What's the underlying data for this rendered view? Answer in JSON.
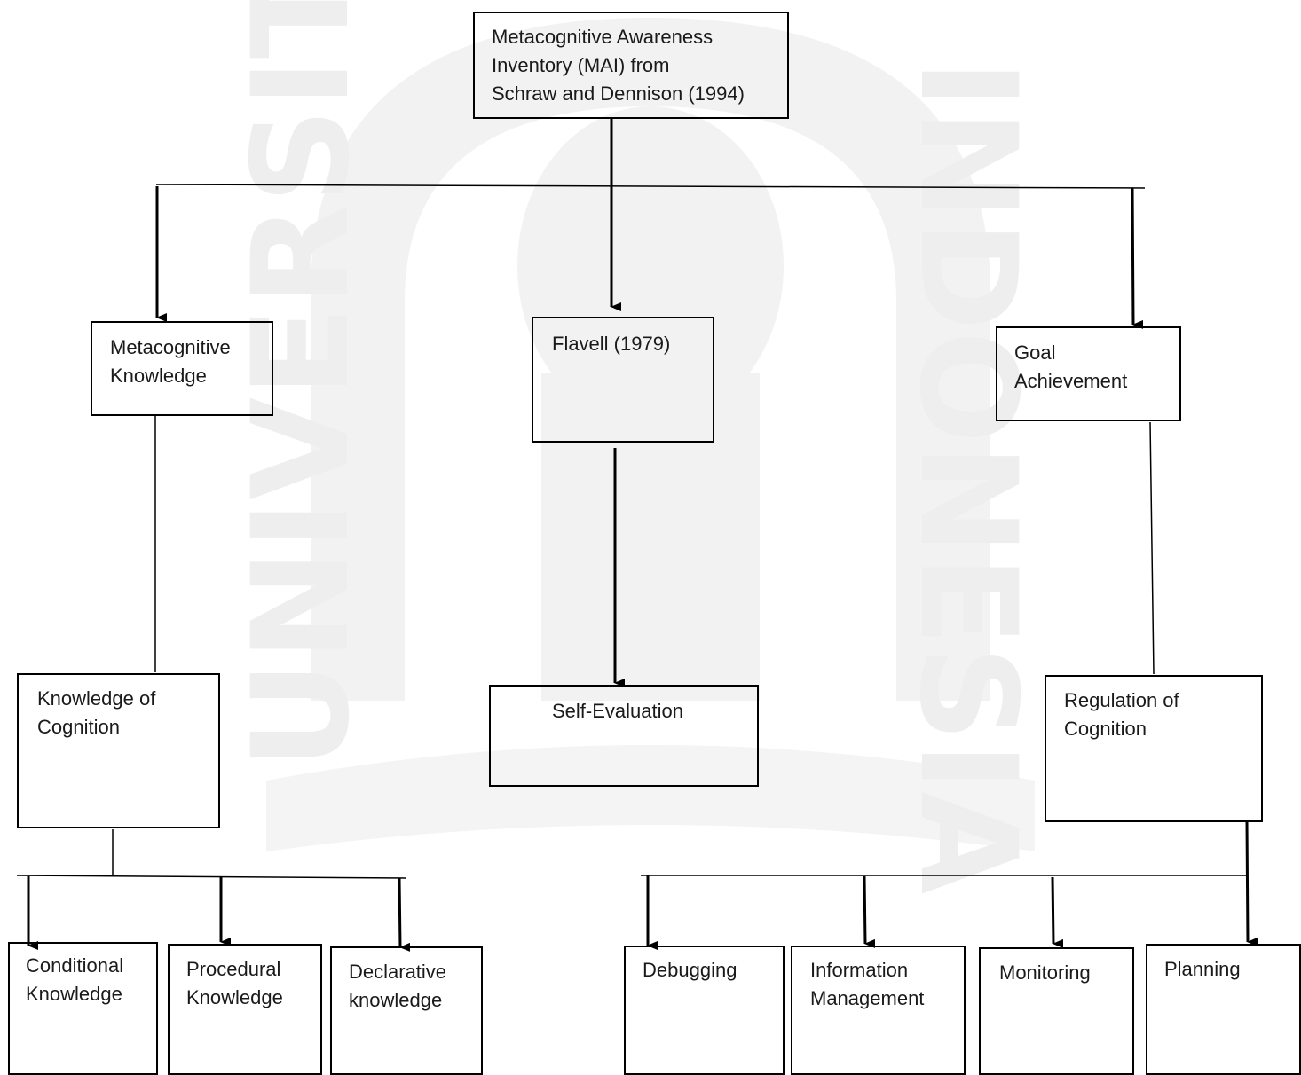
{
  "diagram": {
    "root": "Metacognitive Awareness\nInventory (MAI) from\nSchraw and Dennison (1994)",
    "metacognitive_knowledge": "Metacognitive\nKnowledge",
    "flavell": "Flavell (1979)",
    "goal_achievement": "Goal\nAchievement",
    "knowledge_of_cognition": "Knowledge of\nCognition",
    "self_evaluation": "Self-Evaluation",
    "regulation_of_cognition": "Regulation of\nCognition",
    "conditional_knowledge": "Conditional\nKnowledge",
    "procedural_knowledge": "Procedural\nKnowledge",
    "declarative_knowledge": "Declarative\nknowledge",
    "debugging": "Debugging",
    "information_management": "Information\nManagement",
    "monitoring": "Monitoring",
    "planning": "Planning"
  },
  "watermark": {
    "left_text": "UNIVERSITAS",
    "right_text": "INDONESIA",
    "color": "#eeeeee"
  },
  "colors": {
    "line": "#000000",
    "text": "#1a1a1a"
  }
}
